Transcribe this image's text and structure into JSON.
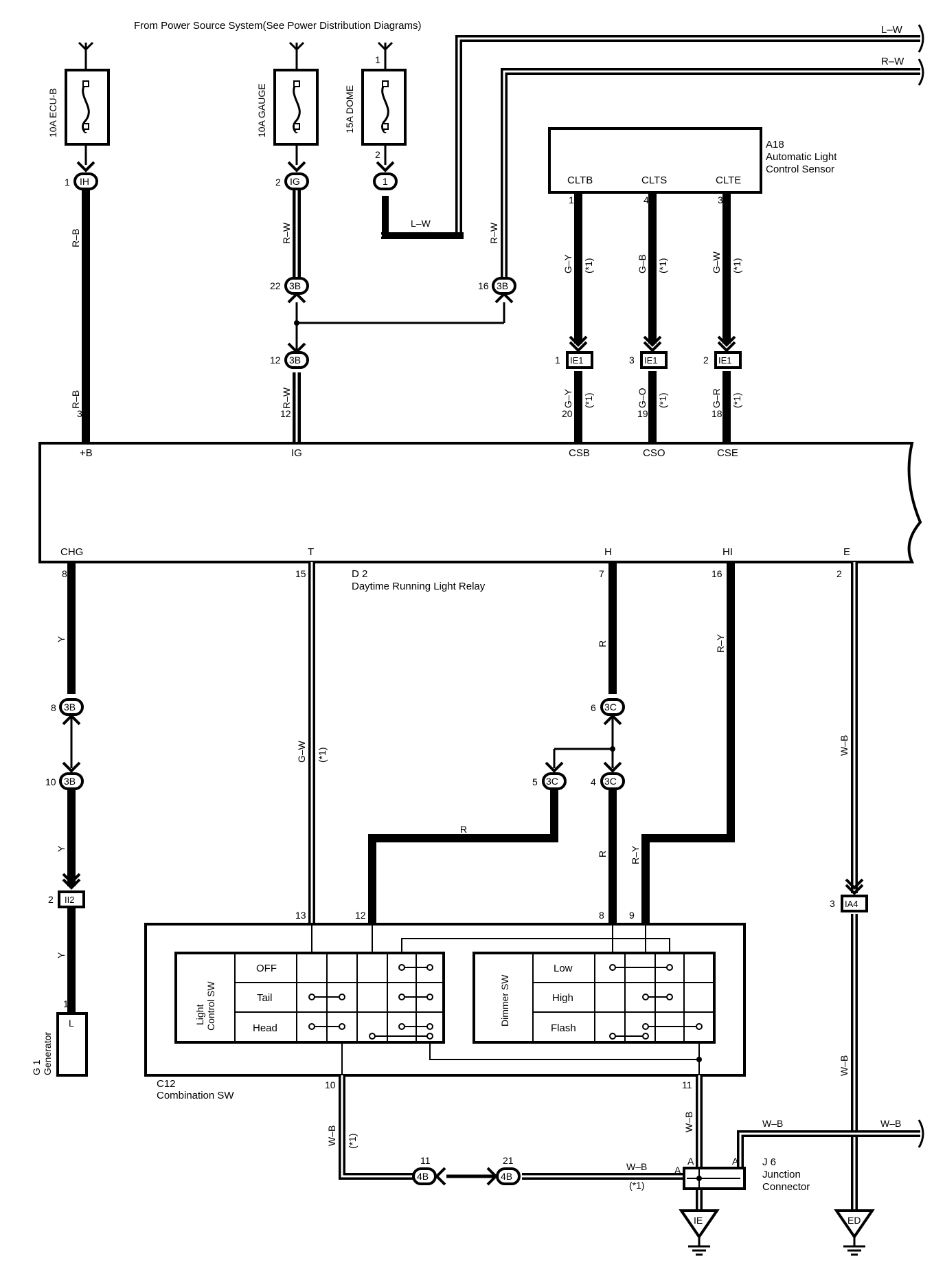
{
  "header": {
    "source_note": "From Power Source System(See Power Distribution Diagrams)"
  },
  "fuses": {
    "ecu": {
      "label": "10A ECU-B"
    },
    "gauge": {
      "label": "10A GAUGE"
    },
    "dome": {
      "label": "15A DOME",
      "pin_in": "1",
      "pin_out": "2"
    }
  },
  "connectors": {
    "ih": {
      "code": "IH",
      "pin": "1"
    },
    "ig": {
      "code": "IG",
      "pin": "2"
    },
    "dome_j": {
      "code": "1"
    },
    "b3_22": {
      "code": "3B",
      "pin": "22"
    },
    "b3_16": {
      "code": "3B",
      "pin": "16"
    },
    "b3_12": {
      "code": "3B",
      "pin": "12"
    },
    "ie1_1": {
      "code": "IE1",
      "pin": "1"
    },
    "ie1_3": {
      "code": "IE1",
      "pin": "3"
    },
    "ie1_2": {
      "code": "IE1",
      "pin": "2"
    },
    "b3_8": {
      "code": "3B",
      "pin": "8"
    },
    "b3_10": {
      "code": "3B",
      "pin": "10"
    },
    "ii2": {
      "code": "II2",
      "pin": "2"
    },
    "c3_6": {
      "code": "3C",
      "pin": "6"
    },
    "c3_5": {
      "code": "3C",
      "pin": "5"
    },
    "c3_4": {
      "code": "3C",
      "pin": "4"
    },
    "ia4": {
      "code": "IA4",
      "pin": "3"
    },
    "b4_11": {
      "code": "4B",
      "pin": "11"
    },
    "b4_21": {
      "code": "4B",
      "pin": "21"
    }
  },
  "wires": {
    "lw": "L–W",
    "rw": "R–W",
    "rb": "R–B",
    "gy": "G–Y",
    "gb": "G–B",
    "gw": "G–W",
    "go": "G–O",
    "gr": "G–R",
    "y": "Y",
    "r": "R",
    "ry": "R–Y",
    "wb": "W–B",
    "star1": "(*1)"
  },
  "sensor": {
    "ref": "A18",
    "name1": "Automatic Light",
    "name2": "Control Sensor",
    "pins": [
      {
        "name": "CLTB",
        "num": "1"
      },
      {
        "name": "CLTS",
        "num": "4"
      },
      {
        "name": "CLTE",
        "num": "3"
      }
    ]
  },
  "relay": {
    "ref": "D 2",
    "name": "Daytime Running Light Relay",
    "top_pins": [
      {
        "name": "+B",
        "num": "3"
      },
      {
        "name": "IG",
        "num": "12"
      },
      {
        "name": "CSB",
        "num": "20"
      },
      {
        "name": "CSO",
        "num": "19"
      },
      {
        "name": "CSE",
        "num": "18"
      }
    ],
    "bottom_pins": [
      {
        "name": "CHG",
        "num": "8"
      },
      {
        "name": "T",
        "num": "15"
      },
      {
        "name": "H",
        "num": "7"
      },
      {
        "name": "HI",
        "num": "16"
      },
      {
        "name": "E",
        "num": "2"
      }
    ]
  },
  "generator": {
    "ref": "G 1",
    "name": "Generator",
    "terminal": "L",
    "pin": "1"
  },
  "combo_sw": {
    "ref": "C12",
    "name": "Combination SW",
    "pins_top": [
      "13",
      "12",
      "8",
      "9"
    ],
    "pins_bottom": [
      "10",
      "11"
    ],
    "light_sw": {
      "title1": "Light",
      "title2": "Control SW",
      "rows": [
        "OFF",
        "Tail",
        "Head"
      ]
    },
    "dimmer_sw": {
      "title": "Dimmer SW",
      "rows": [
        "Low",
        "High",
        "Flash"
      ]
    }
  },
  "junction": {
    "ref": "J 6",
    "name1": "Junction",
    "name2": "Connector",
    "pin_a": "A"
  },
  "grounds": {
    "ie": "IE",
    "ed": "ED"
  }
}
